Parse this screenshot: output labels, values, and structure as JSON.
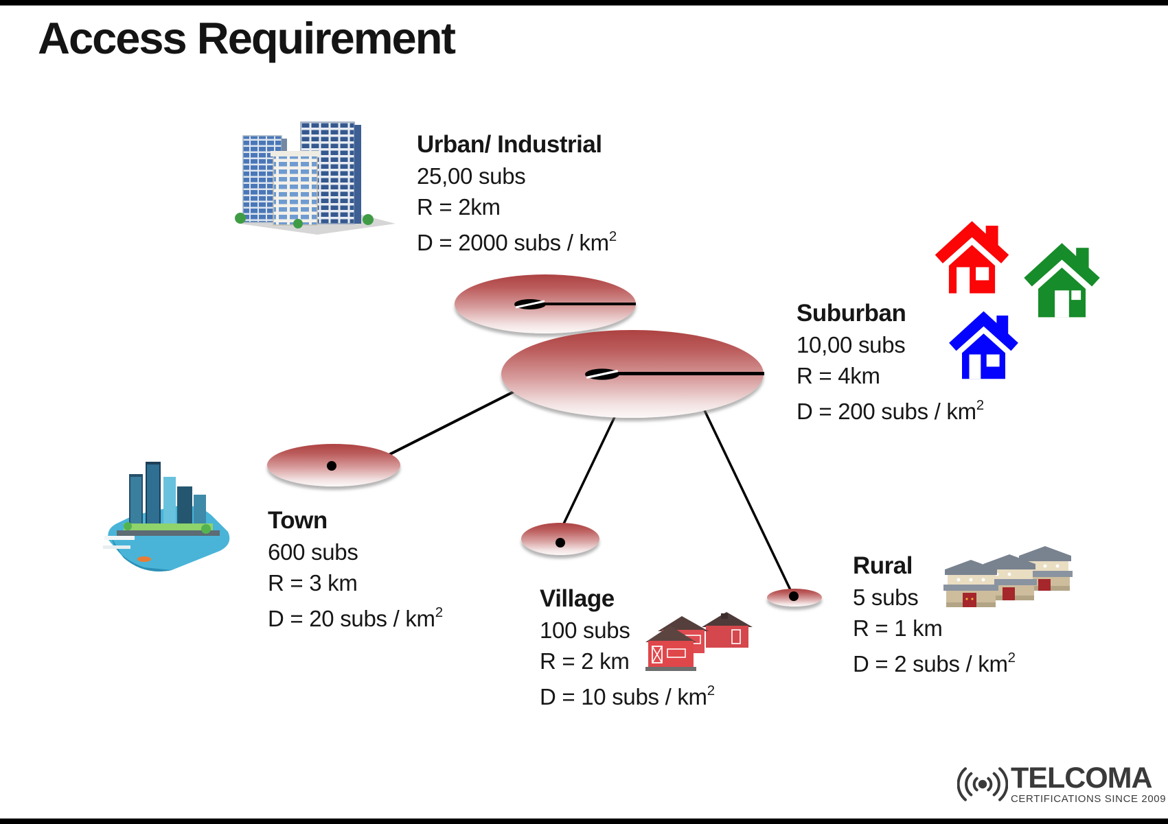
{
  "title": "Access Requirement",
  "zones": {
    "urban": {
      "name": "Urban/ Industrial",
      "subs": "25,00 subs",
      "radius": "R = 2km",
      "density": "D = 2000 subs / km",
      "density_sup": "2"
    },
    "suburban": {
      "name": "Suburban",
      "subs": "10,00 subs",
      "radius": "R = 4km",
      "density": "D = 200 subs / km",
      "density_sup": "2"
    },
    "town": {
      "name": "Town",
      "subs": "600 subs",
      "radius": "R = 3 km",
      "density": "D = 20 subs / km",
      "density_sup": "2"
    },
    "village": {
      "name": "Village",
      "subs": "100 subs",
      "radius": "R = 2 km",
      "density": "D = 10 subs / km",
      "density_sup": "2"
    },
    "rural": {
      "name": "Rural",
      "subs": "5 subs",
      "radius": "R = 1 km",
      "density": "D = 2 subs / km",
      "density_sup": "2"
    }
  },
  "icons": {
    "antenna": "antenna-icon",
    "house_red": "red-house-icon",
    "house_green": "green-house-icon",
    "house_blue": "blue-house-icon",
    "signal": "radio-signal-icon"
  },
  "colors": {
    "ellipse_top": "#ad4242",
    "ellipse_bottom": "#fdf8f8",
    "house_red": "#fb0507",
    "house_green": "#178c2a",
    "house_blue": "#0404fe",
    "line_black": "#000000",
    "logo_gray": "#3a3a3a"
  },
  "logo": {
    "brand": "TELCOMA",
    "tagline": "CERTIFICATIONS SINCE 2009"
  }
}
